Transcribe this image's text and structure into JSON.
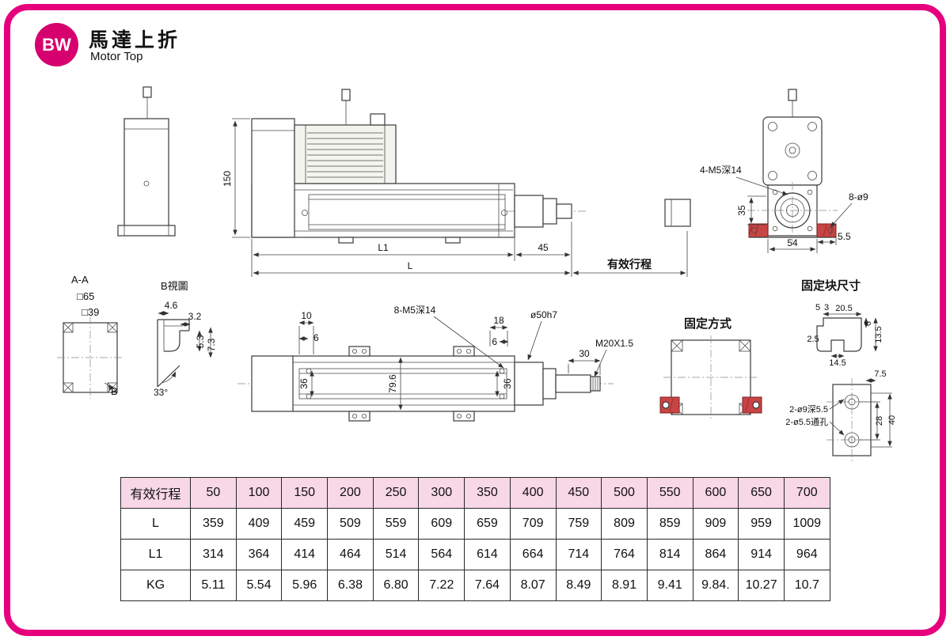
{
  "colors": {
    "accent": "#e6007e",
    "table_header_bg": "#f8d7e6",
    "red_part": "#c94444"
  },
  "header": {
    "logo": "BW",
    "title_zh": "馬達上折",
    "title_en": "Motor Top"
  },
  "drawing": {
    "d150": "150",
    "dL1": "L1",
    "d45": "45",
    "dL": "L",
    "stroke": "有效行程",
    "m5x4": "4-M5深14",
    "o9x8": "8-ø9",
    "d35": "35",
    "d54": "54",
    "d55": "5.5",
    "aa": "A-A",
    "sq65": "□65",
    "sq39": "□39",
    "bmark": "B",
    "bview": "B視圖",
    "d46": "4.6",
    "d32": "3.2",
    "d53": "5.3",
    "d73": "7.3",
    "a33": "33°",
    "d10": "10",
    "d6a": "6",
    "m5x8": "8-M5深14",
    "d36l": "36",
    "d796": "79.6",
    "d36r": "36",
    "d18": "18",
    "d6b": "6",
    "dia50": "ø50h7",
    "d30": "30",
    "m20": "M20X1.5",
    "fixmethod": "固定方式",
    "fixblock": "固定块尺寸",
    "d5": "5",
    "d3": "3",
    "d205": "20.5",
    "d6c": "6",
    "d135": "13.5",
    "d25": "2.5",
    "d145": "14.5",
    "d75": "7.5",
    "o9deep": "2-ø9深5.5",
    "o55thru": "2-ø5.5通孔",
    "d28": "28",
    "d40": "40"
  },
  "table": {
    "header_label": "有效行程",
    "columns": [
      "50",
      "100",
      "150",
      "200",
      "250",
      "300",
      "350",
      "400",
      "450",
      "500",
      "550",
      "600",
      "650",
      "700"
    ],
    "rows": [
      {
        "label": "L",
        "values": [
          "359",
          "409",
          "459",
          "509",
          "559",
          "609",
          "659",
          "709",
          "759",
          "809",
          "859",
          "909",
          "959",
          "1009"
        ]
      },
      {
        "label": "L1",
        "values": [
          "314",
          "364",
          "414",
          "464",
          "514",
          "564",
          "614",
          "664",
          "714",
          "764",
          "814",
          "864",
          "914",
          "964"
        ]
      },
      {
        "label": "KG",
        "values": [
          "5.11",
          "5.54",
          "5.96",
          "6.38",
          "6.80",
          "7.22",
          "7.64",
          "8.07",
          "8.49",
          "8.91",
          "9.41",
          "9.84.",
          "10.27",
          "10.7"
        ]
      }
    ]
  }
}
